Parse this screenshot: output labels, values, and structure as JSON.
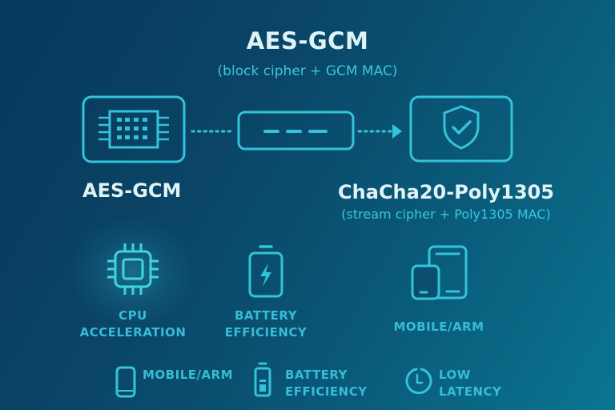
{
  "header": {
    "title": "AES-GCM",
    "subtitle": "(block cipher + GCM MAC)"
  },
  "flow": {
    "left_node": {
      "icon": "chip-icon",
      "label": "AES-GCM"
    },
    "middle_node": {
      "icon": "data-stream-icon"
    },
    "right_node": {
      "icon": "shield-check-icon",
      "label": "ChaCha20-Poly1305",
      "sublabel": "(stream cipher + Poly1305 MAC)"
    }
  },
  "features": [
    {
      "icon": "cpu-icon",
      "line1": "CPU",
      "line2": "ACCELERATION"
    },
    {
      "icon": "battery-charging-icon",
      "line1": "BATTERY",
      "line2": "EFFICIENCY"
    },
    {
      "icon": "mobile-tablet-icon",
      "line1": "MOBILE/ARM",
      "line2": ""
    }
  ],
  "bottom_row": [
    {
      "icon": "phone-icon",
      "line1": "MOBILE/ARM",
      "line2": ""
    },
    {
      "icon": "battery-icon",
      "line1": "BATTERY",
      "line2": "EFFICIENCY"
    },
    {
      "icon": "clock-icon",
      "line1": "LOW",
      "line2": "LATENCY"
    }
  ],
  "colors": {
    "accent": "#33c3da",
    "title_text": "#dff3f7",
    "bg_start": "#073a5c",
    "bg_end": "#0a7590"
  }
}
